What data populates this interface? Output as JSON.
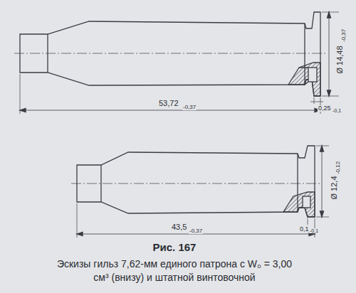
{
  "diagram": {
    "title": "Рис. 167",
    "caption": "Эскизы гильз 7,62-мм единого патрона с W₀ = 3,00 см³ (внизу) и штатной винтовочной",
    "labels": [
      "53,72",
      "-0,37",
      "Ø 14,48",
      "-0,37",
      "0,25",
      "-0,1",
      "43,5",
      "-0,37",
      "Ø 12,4",
      "-0,12",
      "0,1",
      "-0,1"
    ]
  }
}
